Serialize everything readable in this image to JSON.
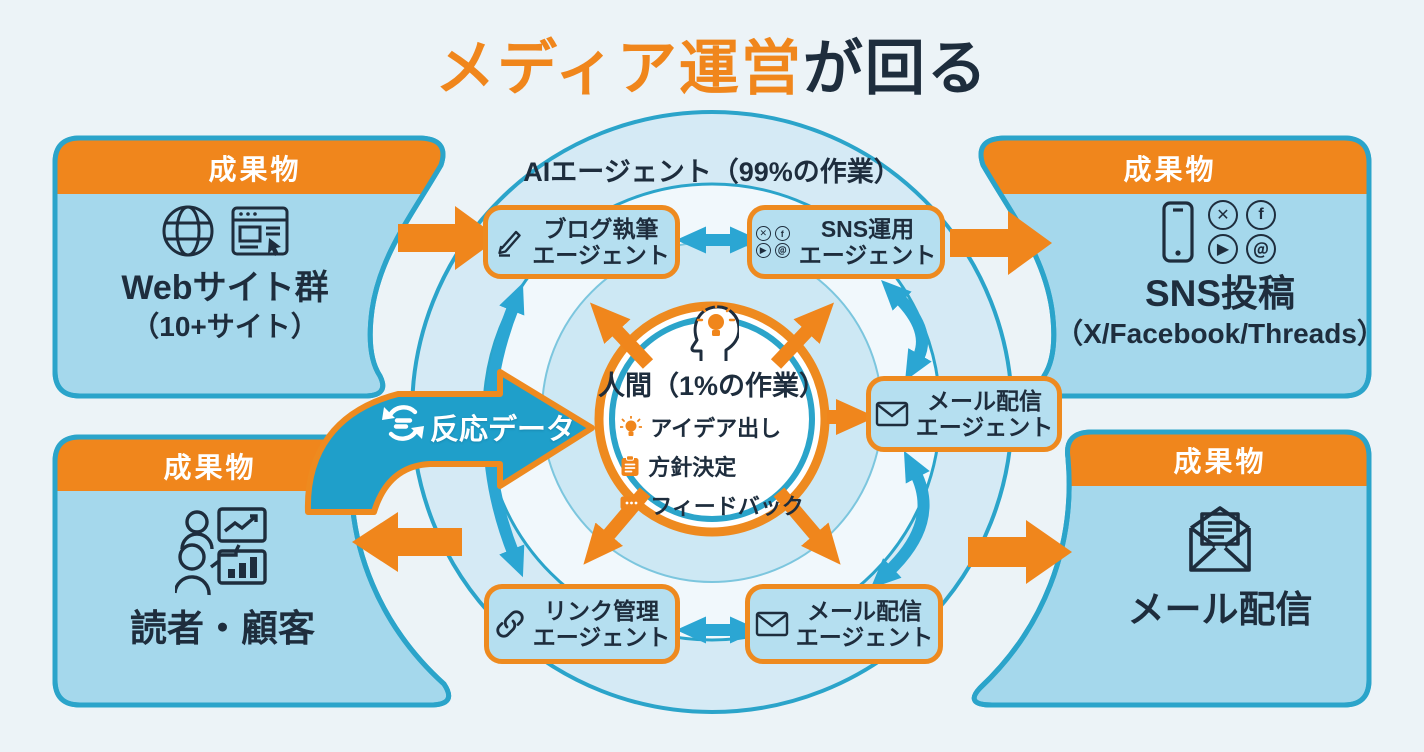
{
  "title": {
    "highlight": "メディア運営",
    "rest": "が回る"
  },
  "ai_ring_label": "AIエージェント（99%の作業）",
  "center": {
    "icon": "head-lightbulb-icon",
    "heading": "人間（1%の作業）",
    "tasks": [
      {
        "icon": "lightbulb-icon",
        "label": "アイデア出し"
      },
      {
        "icon": "clipboard-icon",
        "label": "方針決定"
      },
      {
        "icon": "speech-bubble-icon",
        "label": "フィードバック"
      }
    ]
  },
  "agents": {
    "blog": {
      "icon": "pencil-icon",
      "line1": "ブログ執筆",
      "line2": "エージェント"
    },
    "sns": {
      "icon": "social-icons",
      "line1": "SNS運用",
      "line2": "エージェント"
    },
    "mail_right": {
      "icon": "envelope-icon",
      "line1": "メール配信",
      "line2": "エージェント"
    },
    "link": {
      "icon": "link-icon",
      "line1": "リンク管理",
      "line2": "エージェント"
    },
    "mail_bottom": {
      "icon": "envelope-icon",
      "line1": "メール配信",
      "line2": "エージェント"
    }
  },
  "panels": {
    "top_left": {
      "header": "成果物",
      "icon": "globe-browser-icon",
      "label": "Webサイト群",
      "sublabel": "（10+サイト）"
    },
    "top_right": {
      "header": "成果物",
      "icon": "phone-social-icons",
      "label": "SNS投稿",
      "sublabel": "（X/Facebook/Threads）"
    },
    "bottom_left": {
      "header": "成果物",
      "icon": "audience-analytics-icon",
      "label": "読者・顧客",
      "sublabel": ""
    },
    "bottom_right": {
      "header": "成果物",
      "icon": "open-envelope-icon",
      "label": "メール配信",
      "sublabel": ""
    }
  },
  "reaction_arrow": {
    "icon": "sync-icon",
    "label": "反応データ"
  },
  "social_glyphs": {
    "x": "✕",
    "facebook": "f",
    "youtube": "▶",
    "threads": "＠"
  },
  "colors": {
    "background": "#ecf3f7",
    "orange": "#f0861c",
    "navy": "#1e2d3d",
    "teal_border": "#2ba4ca",
    "panel_blue": "#a5d8ec",
    "box_blue": "#b5dff0",
    "arrow_blue": "#2ba6d3",
    "reaction_blue": "#1f9fca",
    "disk_outer": "#d5eaf5",
    "disk_band": "#f1f8fc",
    "disk_inner": "#cde8f4"
  }
}
